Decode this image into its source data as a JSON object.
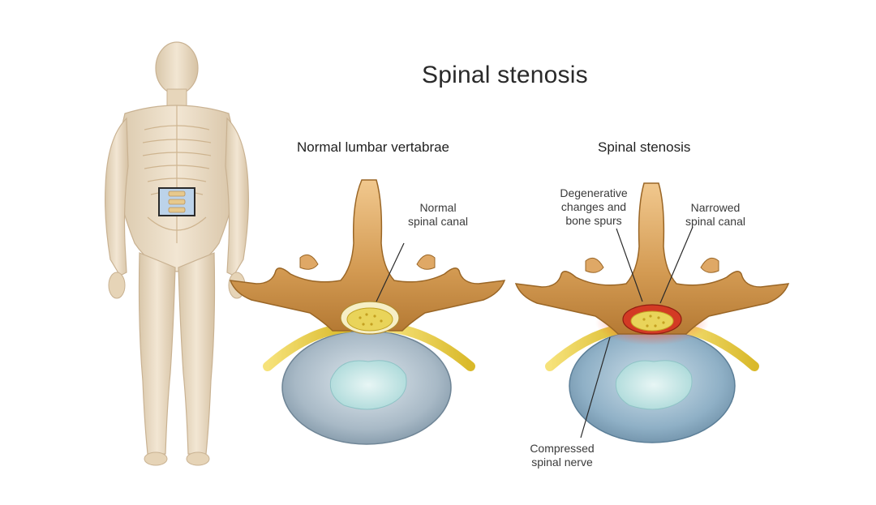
{
  "title": "Spinal stenosis",
  "left_heading": "Normal lumbar vertabrae",
  "right_heading": "Spinal stenosis",
  "labels": {
    "normal_canal_line1": "Normal",
    "normal_canal_line2": "spinal canal",
    "degen_line1": "Degenerative",
    "degen_line2": "changes and",
    "degen_line3": "bone spurs",
    "narrowed_line1": "Narrowed",
    "narrowed_line2": "spinal canal",
    "compressed_line1": "Compressed",
    "compressed_line2": "spinal nerve"
  },
  "colors": {
    "bone": "#c98a3e",
    "bone_light": "#e8b777",
    "disc_outer": "#9fb3c2",
    "disc_inner": "#cfe6ea",
    "nerve": "#e8cf3c",
    "inflammation": "#e23a2a",
    "body": "#e9dcc6"
  }
}
